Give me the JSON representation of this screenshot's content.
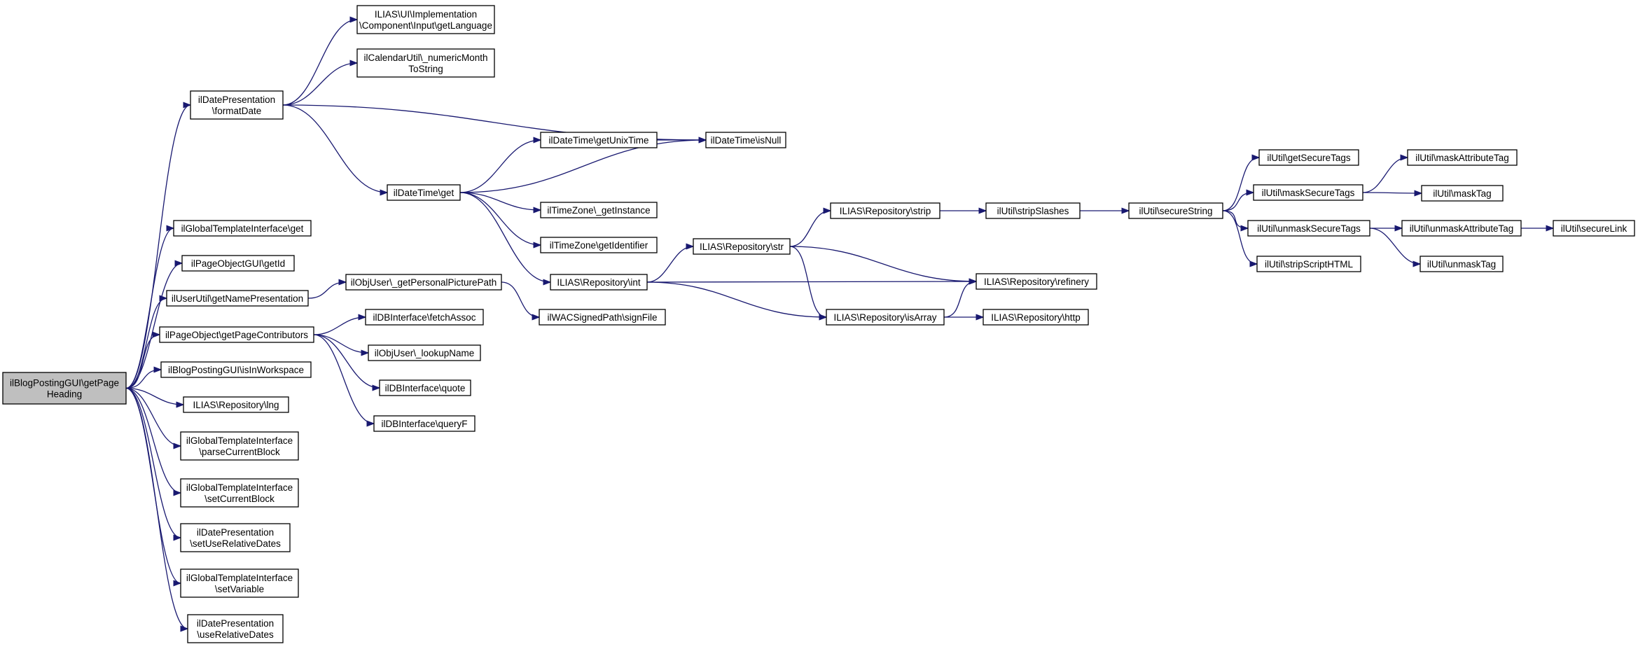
{
  "nodes": [
    {
      "id": "root",
      "lines": [
        "ilBlogPostingGUI\\getPage",
        "Heading"
      ],
      "root": true
    },
    {
      "id": "fmtDate",
      "lines": [
        "ilDatePresentation",
        "\\formatDate"
      ]
    },
    {
      "id": "getLang",
      "lines": [
        "ILIAS\\UI\\Implementation",
        "\\Component\\Input\\getLanguage"
      ]
    },
    {
      "id": "numMonth",
      "lines": [
        "ilCalendarUtil\\_numericMonth",
        "ToString"
      ]
    },
    {
      "id": "dtGet",
      "lines": [
        "ilDateTime\\get"
      ]
    },
    {
      "id": "dtUnix",
      "lines": [
        "ilDateTime\\getUnixTime"
      ]
    },
    {
      "id": "dtNull",
      "lines": [
        "ilDateTime\\isNull"
      ]
    },
    {
      "id": "tzInst",
      "lines": [
        "ilTimeZone\\_getInstance"
      ]
    },
    {
      "id": "tzId",
      "lines": [
        "ilTimeZone\\getIdentifier"
      ]
    },
    {
      "id": "repInt",
      "lines": [
        "ILIAS\\Repository\\int"
      ]
    },
    {
      "id": "repStr",
      "lines": [
        "ILIAS\\Repository\\str"
      ]
    },
    {
      "id": "repStrip",
      "lines": [
        "ILIAS\\Repository\\strip"
      ]
    },
    {
      "id": "repRef",
      "lines": [
        "ILIAS\\Repository\\refinery"
      ]
    },
    {
      "id": "repArr",
      "lines": [
        "ILIAS\\Repository\\isArray"
      ]
    },
    {
      "id": "repHttp",
      "lines": [
        "ILIAS\\Repository\\http"
      ]
    },
    {
      "id": "utilStrip",
      "lines": [
        "ilUtil\\stripSlashes"
      ]
    },
    {
      "id": "utilSecStr",
      "lines": [
        "ilUtil\\secureString"
      ]
    },
    {
      "id": "getSecTags",
      "lines": [
        "ilUtil\\getSecureTags"
      ]
    },
    {
      "id": "maskSecTags",
      "lines": [
        "ilUtil\\maskSecureTags"
      ]
    },
    {
      "id": "unmaskSecTags",
      "lines": [
        "ilUtil\\unmaskSecureTags"
      ]
    },
    {
      "id": "stripScript",
      "lines": [
        "ilUtil\\stripScriptHTML"
      ]
    },
    {
      "id": "maskAttr",
      "lines": [
        "ilUtil\\maskAttributeTag"
      ]
    },
    {
      "id": "maskTag",
      "lines": [
        "ilUtil\\maskTag"
      ]
    },
    {
      "id": "unmaskAttr",
      "lines": [
        "ilUtil\\unmaskAttributeTag"
      ]
    },
    {
      "id": "unmaskTag",
      "lines": [
        "ilUtil\\unmaskTag"
      ]
    },
    {
      "id": "secLink",
      "lines": [
        "ilUtil\\secureLink"
      ]
    },
    {
      "id": "gtiGet",
      "lines": [
        "ilGlobalTemplateInterface\\get"
      ]
    },
    {
      "id": "pogGetId",
      "lines": [
        "ilPageObjectGUI\\getId"
      ]
    },
    {
      "id": "uuName",
      "lines": [
        "ilUserUtil\\getNamePresentation"
      ]
    },
    {
      "id": "ouPic",
      "lines": [
        "ilObjUser\\_getPersonalPicturePath"
      ]
    },
    {
      "id": "wacSign",
      "lines": [
        "ilWACSignedPath\\signFile"
      ]
    },
    {
      "id": "poContrib",
      "lines": [
        "ilPageObject\\getPageContributors"
      ]
    },
    {
      "id": "dbFetch",
      "lines": [
        "ilDBInterface\\fetchAssoc"
      ]
    },
    {
      "id": "ouLookup",
      "lines": [
        "ilObjUser\\_lookupName"
      ]
    },
    {
      "id": "dbQuote",
      "lines": [
        "ilDBInterface\\quote"
      ]
    },
    {
      "id": "dbQueryF",
      "lines": [
        "ilDBInterface\\queryF"
      ]
    },
    {
      "id": "bpgWork",
      "lines": [
        "ilBlogPostingGUI\\isInWorkspace"
      ]
    },
    {
      "id": "repLng",
      "lines": [
        "ILIAS\\Repository\\lng"
      ]
    },
    {
      "id": "gtiParse",
      "lines": [
        "ilGlobalTemplateInterface",
        "\\parseCurrentBlock"
      ]
    },
    {
      "id": "gtiSetBlock",
      "lines": [
        "ilGlobalTemplateInterface",
        "\\setCurrentBlock"
      ]
    },
    {
      "id": "dpSetRel",
      "lines": [
        "ilDatePresentation",
        "\\setUseRelativeDates"
      ]
    },
    {
      "id": "gtiSetVar",
      "lines": [
        "ilGlobalTemplateInterface",
        "\\setVariable"
      ]
    },
    {
      "id": "dpUseRel",
      "lines": [
        "ilDatePresentation",
        "\\useRelativeDates"
      ]
    }
  ],
  "edges": [
    [
      "root",
      "fmtDate"
    ],
    [
      "root",
      "gtiGet"
    ],
    [
      "root",
      "pogGetId"
    ],
    [
      "root",
      "uuName"
    ],
    [
      "root",
      "poContrib"
    ],
    [
      "root",
      "bpgWork"
    ],
    [
      "root",
      "repLng"
    ],
    [
      "root",
      "gtiParse"
    ],
    [
      "root",
      "gtiSetBlock"
    ],
    [
      "root",
      "dpSetRel"
    ],
    [
      "root",
      "gtiSetVar"
    ],
    [
      "root",
      "dpUseRel"
    ],
    [
      "fmtDate",
      "getLang"
    ],
    [
      "fmtDate",
      "numMonth"
    ],
    [
      "fmtDate",
      "dtNull"
    ],
    [
      "fmtDate",
      "dtGet"
    ],
    [
      "dtGet",
      "dtUnix"
    ],
    [
      "dtGet",
      "dtNull"
    ],
    [
      "dtGet",
      "tzInst"
    ],
    [
      "dtGet",
      "tzId"
    ],
    [
      "dtGet",
      "repInt"
    ],
    [
      "dtUnix",
      "dtNull"
    ],
    [
      "repInt",
      "repStr"
    ],
    [
      "repInt",
      "repRef"
    ],
    [
      "repInt",
      "repArr"
    ],
    [
      "repStr",
      "repStrip"
    ],
    [
      "repStr",
      "repRef"
    ],
    [
      "repStr",
      "repArr"
    ],
    [
      "repStrip",
      "utilStrip"
    ],
    [
      "utilStrip",
      "utilSecStr"
    ],
    [
      "utilSecStr",
      "getSecTags"
    ],
    [
      "utilSecStr",
      "maskSecTags"
    ],
    [
      "utilSecStr",
      "unmaskSecTags"
    ],
    [
      "utilSecStr",
      "stripScript"
    ],
    [
      "maskSecTags",
      "maskAttr"
    ],
    [
      "maskSecTags",
      "maskTag"
    ],
    [
      "unmaskSecTags",
      "unmaskAttr"
    ],
    [
      "unmaskSecTags",
      "unmaskTag"
    ],
    [
      "unmaskAttr",
      "secLink"
    ],
    [
      "repArr",
      "repRef"
    ],
    [
      "repArr",
      "repHttp"
    ],
    [
      "uuName",
      "ouPic"
    ],
    [
      "ouPic",
      "wacSign"
    ],
    [
      "poContrib",
      "dbFetch"
    ],
    [
      "poContrib",
      "ouLookup"
    ],
    [
      "poContrib",
      "dbQuote"
    ],
    [
      "poContrib",
      "dbQueryF"
    ]
  ]
}
